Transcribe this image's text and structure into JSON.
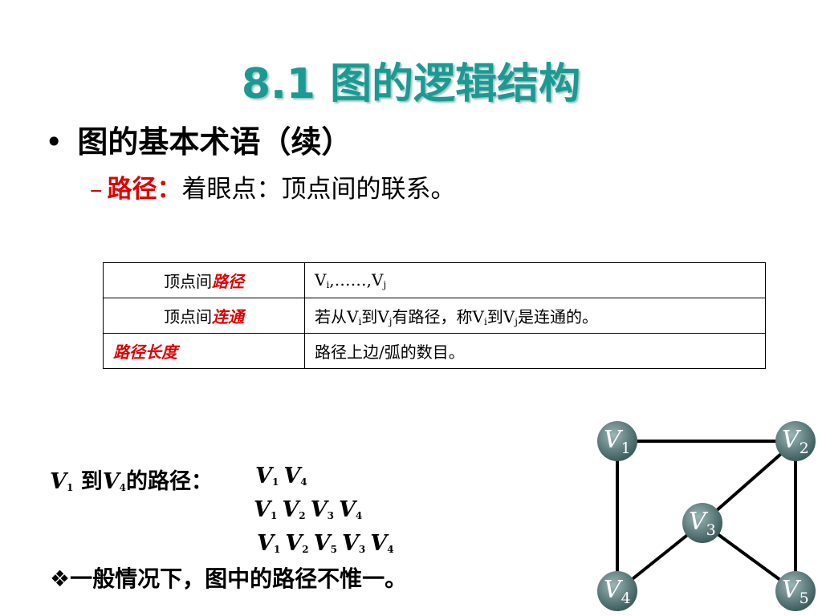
{
  "title": "8.1 图的逻辑结构",
  "bullet1": {
    "marker": "•",
    "text": "图的基本术语（续）"
  },
  "bullet2": {
    "marker": "–",
    "term": "路径：",
    "text": "着眼点：顶点间的联系。"
  },
  "table": {
    "row1": {
      "prefix": "顶点间",
      "kw": "路径",
      "v_a": "V",
      "sub_a": "i",
      "mid": ",……,",
      "v_b": "V",
      "sub_b": "j"
    },
    "row2": {
      "prefix": "顶点间",
      "kw": "连通",
      "t1": "若从V",
      "s1": "i",
      "t2": "到V",
      "s2": "j",
      "t3": "有路径，称V",
      "s3": "i",
      "t4": "到V",
      "s4": "j",
      "t5": "是连通的。"
    },
    "row3": {
      "kw": "路径长度",
      "text": "路径上边/弧的数目。"
    }
  },
  "paths": {
    "label_a": "V",
    "label_a_sub": "1",
    "label_mid": " 到",
    "label_b": "V",
    "label_b_sub": "4",
    "label_end": "的路径：",
    "p1": [
      [
        "V",
        "1"
      ],
      [
        "V",
        "4"
      ]
    ],
    "p2": [
      [
        "V",
        "1"
      ],
      [
        "V",
        "2"
      ],
      [
        "V",
        "3"
      ],
      [
        "V",
        "4"
      ]
    ],
    "p3": [
      [
        "V",
        "1"
      ],
      [
        "V",
        "2"
      ],
      [
        "V",
        "5"
      ],
      [
        "V",
        "3"
      ],
      [
        "V",
        "4"
      ]
    ]
  },
  "note": "❖一般情况下，图中的路径不惟一。",
  "graph": {
    "vertices": [
      {
        "letter": "V",
        "sub": "1"
      },
      {
        "letter": "V",
        "sub": "2"
      },
      {
        "letter": "V",
        "sub": "3"
      },
      {
        "letter": "V",
        "sub": "4"
      },
      {
        "letter": "V",
        "sub": "5"
      }
    ],
    "edges": [
      [
        "1",
        "2"
      ],
      [
        "1",
        "4"
      ],
      [
        "2",
        "3"
      ],
      [
        "2",
        "5"
      ],
      [
        "3",
        "4"
      ],
      [
        "3",
        "5"
      ]
    ],
    "colors": {
      "vertex": "#4f7374",
      "edge": "#000000"
    }
  }
}
